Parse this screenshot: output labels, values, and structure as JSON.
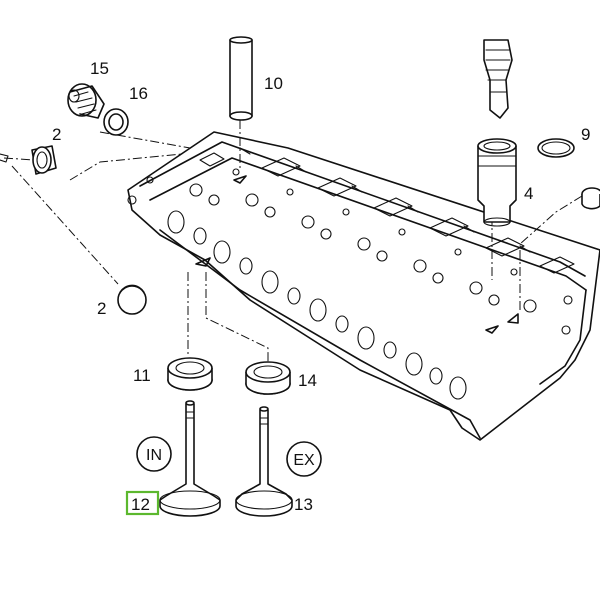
{
  "callouts": {
    "c15": "15",
    "c16": "16",
    "c2a": "2",
    "c2b": "2",
    "c10": "10",
    "c9": "9",
    "c4": "4",
    "c11": "11",
    "c14": "14",
    "c12": "12",
    "c13": "13"
  },
  "tags": {
    "intake": "IN",
    "exhaust": "EX"
  },
  "colors": {
    "line": "#111111",
    "highlight": "#5cb82e",
    "background": "#ffffff"
  },
  "highlighted_callout": "12"
}
